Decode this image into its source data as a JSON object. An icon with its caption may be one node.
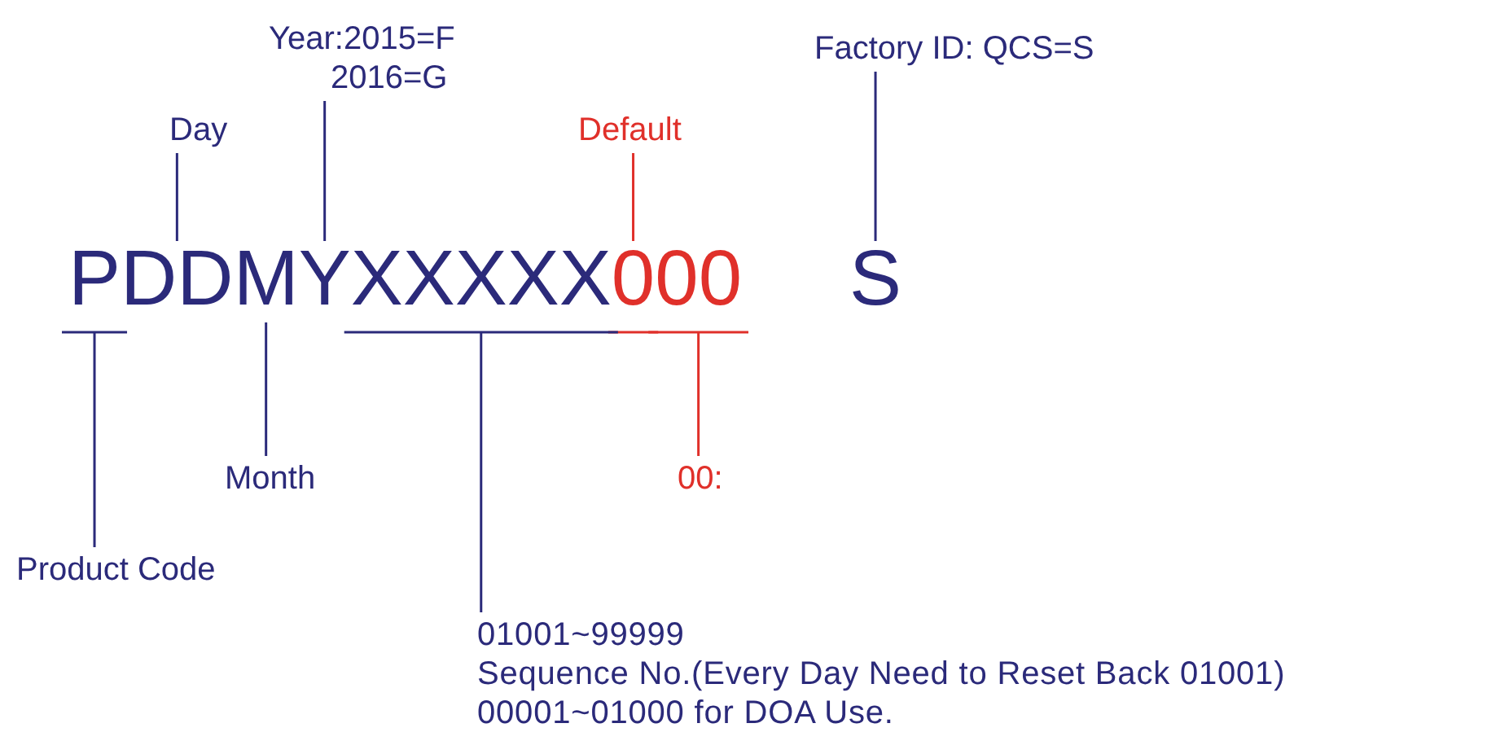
{
  "diagram": {
    "nodes": [
      {
        "text": [
          "Year:2015=F 2016=G"
        ]
      },
      {
        "text": [
          "Day"
        ]
      },
      {
        "text": [
          "Default"
        ]
      },
      {
        "text": [
          "Factory ID: QCS=S"
        ]
      },
      {
        "text": [
          "P"
        ]
      },
      {
        "text": [
          "DD"
        ]
      },
      {
        "text": [
          "M"
        ]
      },
      {
        "text": [
          "Y"
        ]
      },
      {
        "text": [
          "XXXXX"
        ]
      },
      {
        "text": [
          "0"
        ]
      },
      {
        "text": [
          "00"
        ]
      },
      {
        "text": [
          "S"
        ]
      },
      {
        "text": [
          "Month"
        ]
      },
      {
        "text": [
          "00:"
        ]
      },
      {
        "text": [
          "Product Code"
        ]
      },
      {
        "text": [
          "01001~99999",
          "Sequence No.(Every Day Need to Reset Back 01001)",
          "00001~01000 for DOA Use."
        ]
      }
    ],
    "edges": [
      {
        "from": 0,
        "to": 7,
        "arrow": "none"
      },
      {
        "from": 1,
        "to": 5,
        "arrow": "none"
      },
      {
        "from": 2,
        "to": 9,
        "arrow": "none",
        "color": "#e0302a"
      },
      {
        "from": 3,
        "to": 11,
        "arrow": "none"
      },
      {
        "from": 12,
        "to": 6,
        "arrow": "none"
      },
      {
        "from": 13,
        "to": 10,
        "arrow": "none",
        "color": "#e0302a"
      },
      {
        "from": 14,
        "to": 4,
        "arrow": "none"
      },
      {
        "from": 15,
        "to": 8,
        "arrow": "none"
      }
    ]
  }
}
